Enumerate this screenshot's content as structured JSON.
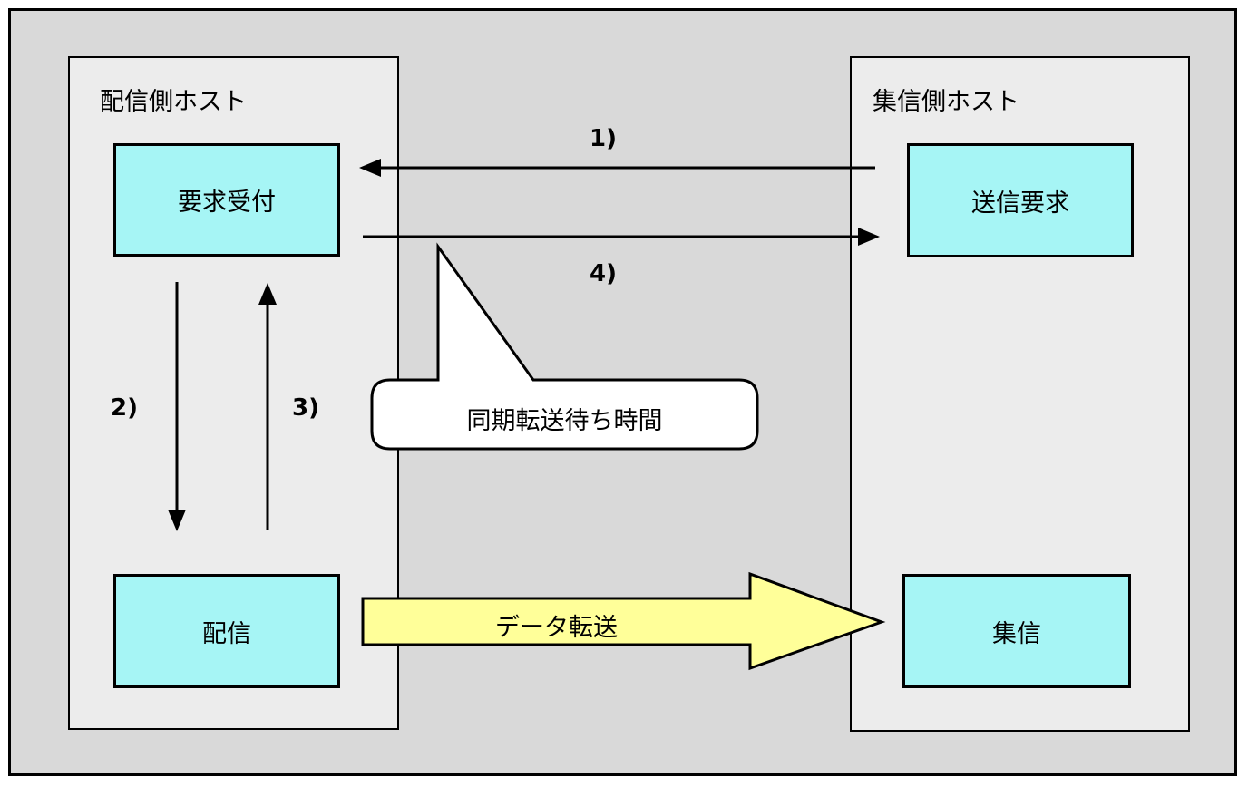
{
  "sender_host": {
    "title": "配信側ホスト",
    "request_box": "要求受付",
    "deliver_box": "配信"
  },
  "receiver_host": {
    "title": "集信側ホスト",
    "send_request_box": "送信要求",
    "collect_box": "集信"
  },
  "steps": {
    "step1": "1)",
    "step2": "2)",
    "step3": "3)",
    "step4": "4)"
  },
  "callout": "同期転送待ち時間",
  "data_transfer": "データ転送",
  "colors": {
    "frame_bg": "#d9d9d9",
    "host_bg": "#ececec",
    "box_fill": "#a6f5f5",
    "transfer_arrow_fill": "#ffff99"
  }
}
